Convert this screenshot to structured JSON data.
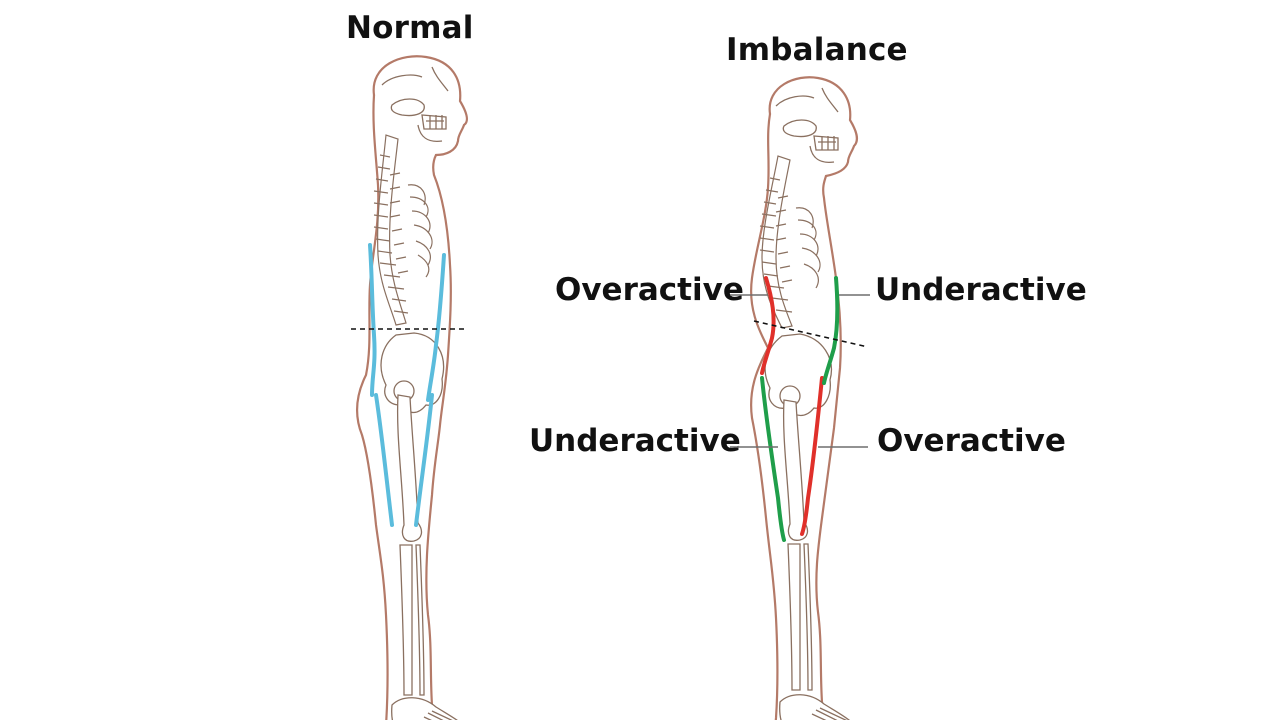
{
  "figures": {
    "normal": {
      "title": "Normal",
      "muscle_color": "#5bbcdc"
    },
    "imbalance": {
      "title": "Imbalance",
      "labels": {
        "upper_left": "Overactive",
        "upper_right": "Underactive",
        "lower_left": "Underactive",
        "lower_right": "Overactive"
      },
      "overactive_color": "#e0302a",
      "underactive_color": "#1f9e4a"
    }
  },
  "colors": {
    "outline": "#b47a68",
    "bone": "#8a7060",
    "leader_line": "#6e6e6e",
    "pelvis_line": "#111111"
  }
}
